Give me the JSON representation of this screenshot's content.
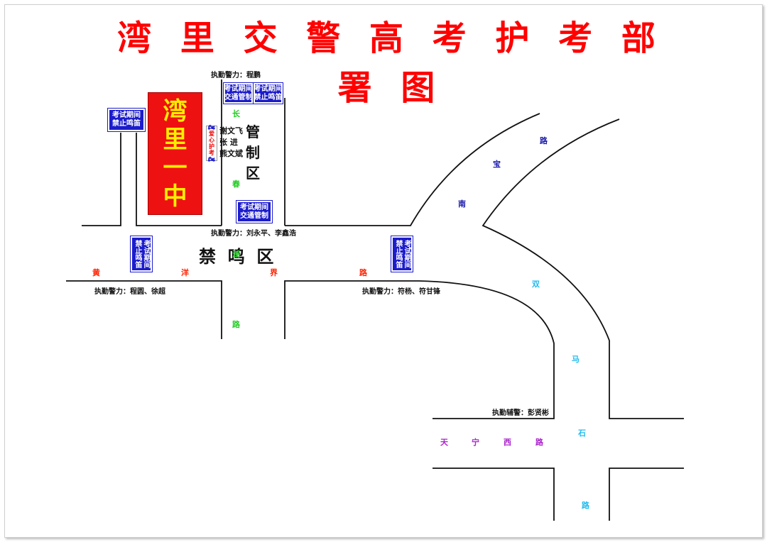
{
  "title": "湾 里 交 警 高 考 护 考 部 署 图",
  "school": [
    "湾",
    "里",
    "一",
    "中"
  ],
  "signs": {
    "top_left": [
      "考试期间",
      "交通管制"
    ],
    "top_right": [
      "考试期间",
      "禁止鸣笛"
    ],
    "left": [
      "考试期间",
      "禁止鸣笛"
    ],
    "mid": [
      "考试期间",
      "交通管制"
    ],
    "vert_left": [
      "考试期间",
      "禁止鸣笛"
    ],
    "vert_right": [
      "考试期间",
      "禁止鸣笛"
    ]
  },
  "care_label": [
    "爱",
    "心",
    "护",
    "考"
  ],
  "officers_group": [
    "谢文飞",
    "张  进",
    "熊文斌"
  ],
  "duty": {
    "top": "执勤警力：程鹏",
    "middle": "执勤警力：刘永平、李鑫浩",
    "left": "执勤警力：程圆、徐超",
    "right": "执勤警力：符杨、符甘锋",
    "auxiliary": "执勤辅警：彭贤彬"
  },
  "zones": {
    "control": [
      "管",
      "制",
      "区"
    ],
    "no_horn": "禁  鸣  区"
  },
  "roads": {
    "changchun": [
      "长",
      "春",
      "湖",
      "路"
    ],
    "huangyangjie": [
      "黄",
      "洋",
      "界",
      "路"
    ],
    "nanbao": [
      "南",
      "宝",
      "路"
    ],
    "shuangmashi": [
      "双",
      "马",
      "石",
      "路"
    ],
    "tianningxi": [
      "天",
      "宁",
      "西",
      "路"
    ]
  },
  "colors": {
    "title": "#ff0000",
    "sign_bg": "#1c1ccc",
    "school_bg": "#ee1111",
    "school_text": "#ffee00",
    "changchun": "#22cc22",
    "huangyangjie": "#ff2200",
    "nanbao": "#1a1aaa",
    "shuangmashi": "#22bbee",
    "tianningxi": "#aa22cc"
  }
}
